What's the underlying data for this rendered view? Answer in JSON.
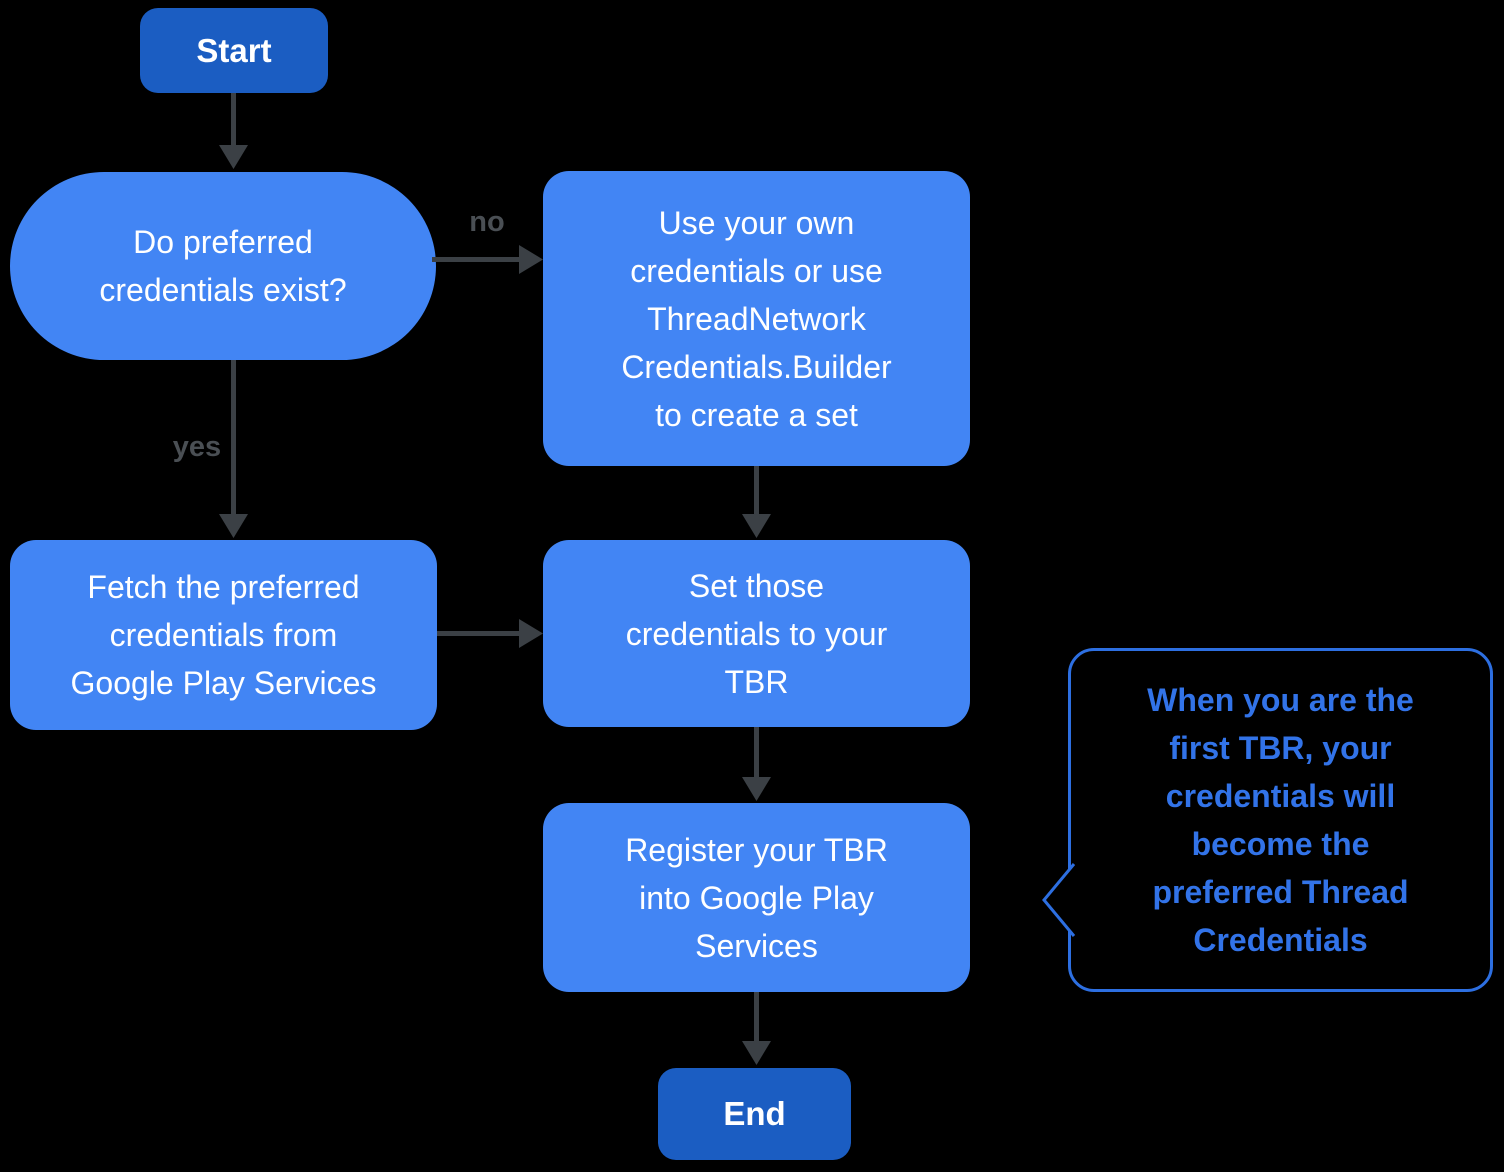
{
  "diagram": {
    "title": "Thread credentials flowchart",
    "background": "#000000",
    "colors": {
      "process_fill": "#4285f4",
      "terminal_fill": "#1b5dc2",
      "node_text": "#ffffff",
      "arrow": "#3b4045",
      "edge_label_text": "#4a4f54",
      "callout_border": "#2d6fe1",
      "callout_text": "#3273e8"
    },
    "nodes": {
      "start": {
        "label": "Start",
        "type": "terminal"
      },
      "decision": {
        "label": "Do preferred\ncredentials exist?",
        "type": "decision"
      },
      "own_credentials": {
        "label": "Use your own\ncredentials or use\nThreadNetwork\nCredentials.Builder\nto create a set",
        "type": "process"
      },
      "fetch": {
        "label": "Fetch the preferred\ncredentials from\nGoogle Play Services",
        "type": "process"
      },
      "set_credentials": {
        "label": "Set those\ncredentials to your\nTBR",
        "type": "process"
      },
      "register": {
        "label": "Register your TBR\ninto Google Play\nServices",
        "type": "process"
      },
      "end": {
        "label": "End",
        "type": "terminal"
      }
    },
    "edges": {
      "no_label": "no",
      "yes_label": "yes"
    },
    "callout": {
      "text": "When you are the\nfirst TBR, your\ncredentials will\nbecome the\npreferred Thread\nCredentials",
      "points_to": "register"
    }
  }
}
